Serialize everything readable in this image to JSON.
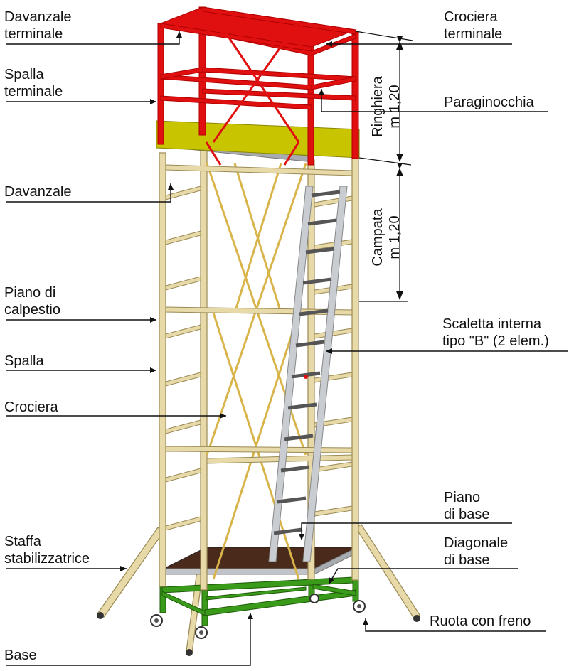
{
  "labels": {
    "davanzale_terminale": [
      "Davanzale",
      "terminale"
    ],
    "spalla_terminale": [
      "Spalla",
      "terminale"
    ],
    "davanzale": "Davanzale",
    "piano_calpestio": [
      "Piano di",
      "calpestio"
    ],
    "spalla": "Spalla",
    "crociera": "Crociera",
    "staffa": [
      "Staffa",
      "stabilizzatrice"
    ],
    "base": "Base",
    "crociera_terminale": [
      "Crociera",
      "terminale"
    ],
    "paraginocchia": "Paraginocchia",
    "scaletta": [
      "Scaletta interna",
      "tipo \"B\" (2 elem.)"
    ],
    "piano_base": [
      "Piano",
      "di base"
    ],
    "diagonale_base": [
      "Diagonale",
      "di base"
    ],
    "ruota": "Ruota con freno"
  },
  "dimensions": {
    "ringhiera": [
      "Ringhiera",
      "m 1,20"
    ],
    "campata": [
      "Campata",
      "m 1,20"
    ]
  },
  "colors": {
    "frame": "#e8d9a8",
    "frame_stroke": "#9a8a55",
    "guardrail": "#e01010",
    "toe_board": "#c8c400",
    "ladder": "#c9cdd2",
    "base_frame": "#3a9a1a",
    "platform": "#4a2a1a"
  }
}
